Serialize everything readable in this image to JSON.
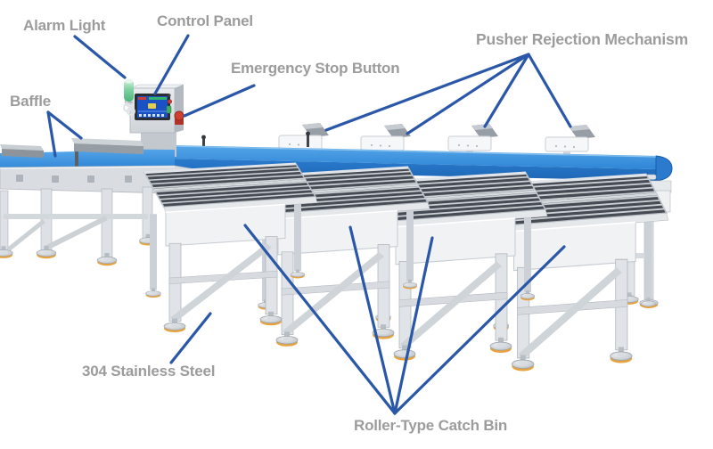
{
  "labels": {
    "alarm_light": "Alarm Light",
    "control_panel": "Control Panel",
    "emergency_stop": "Emergency Stop Button",
    "pusher_rejection": "Pusher Rejection Mechanism",
    "baffle": "Baffle",
    "stainless_steel": "304 Stainless Steel",
    "catch_bin": "Roller-Type Catch Bin"
  },
  "colors": {
    "label_text": "#9c9c9c",
    "leader_line": "#2a57a8",
    "belt_blue": "#2e86d8",
    "foot_orange": "#e8a33c",
    "alarm_green": "#6fcf97",
    "estop_red": "#d0402f",
    "screen_blue": "#1a52c6",
    "metal_light": "#e3e6ea"
  }
}
